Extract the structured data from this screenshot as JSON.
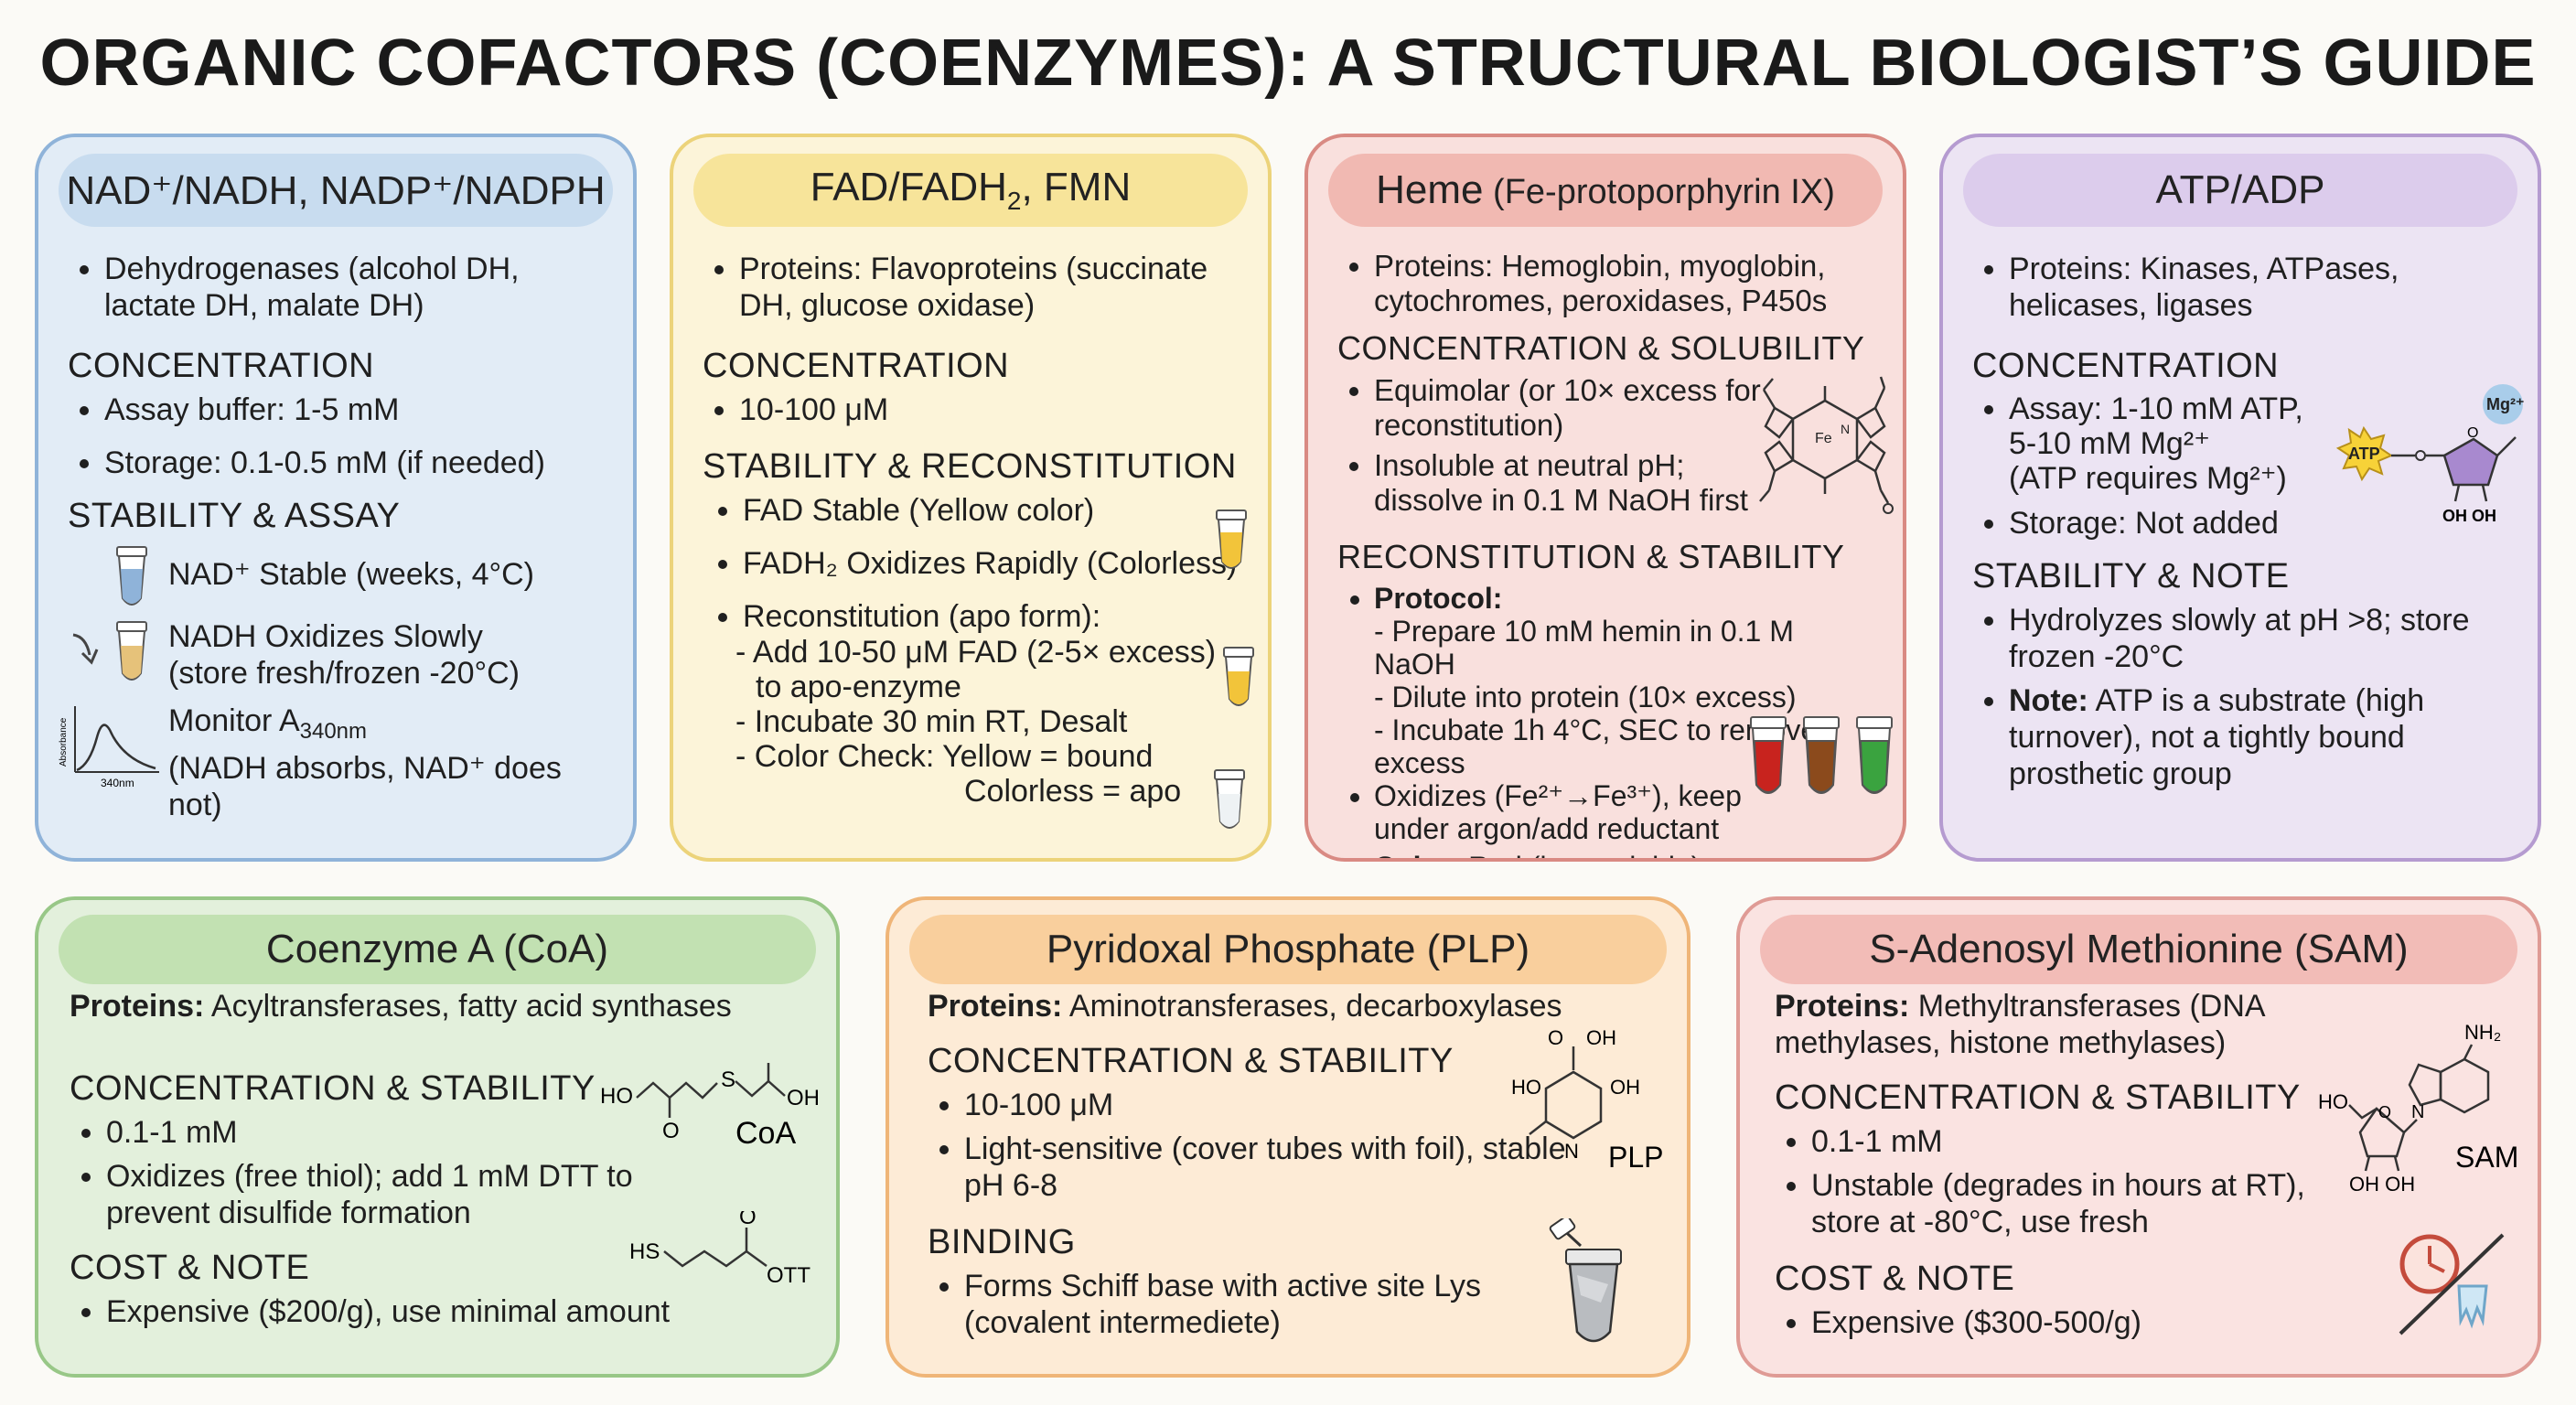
{
  "title": "ORGANIC COFACTORS (COENZYMES): A STRUCTURAL BIOLOGIST’S GUIDE",
  "colors": {
    "blue_bg": "#e2ecf6",
    "blue_border": "#8fb3d9",
    "blue_pill": "#c8dcef",
    "yellow_bg": "#fcf4d9",
    "yellow_border": "#ecd37a",
    "yellow_pill": "#f7e49a",
    "red_bg": "#f9e0dd",
    "red_border": "#d98a83",
    "red_pill": "#f1b9b2",
    "purple_bg": "#ece4f3",
    "purple_border": "#b59bd0",
    "purple_pill": "#dcccec",
    "green_bg": "#e3f0dc",
    "green_border": "#98c787",
    "green_pill": "#c2e1b2",
    "orange_bg": "#fdebd6",
    "orange_border": "#efb578",
    "orange_pill": "#f9cf9d",
    "pink_bg": "#fae3e1",
    "pink_border": "#df9b95",
    "pink_pill": "#f2bcb7"
  },
  "nad": {
    "title": "NAD⁺/NADH, NADP⁺/NADPH",
    "proteins": "Dehydrogenases (alcohol DH, lactate DH, malate DH)",
    "sec1": "CONCENTRATION",
    "c1": "Assay buffer: 1-5 mM",
    "c2": "Storage: 0.1-0.5 mM (if needed)",
    "sec2": "STABILITY & ASSAY",
    "s1": "NAD⁺ Stable (weeks, 4°C)",
    "s2a": "NADH Oxidizes Slowly",
    "s2b": "(store fresh/frozen -20°C)",
    "s3a": "Monitor A",
    "s3sub": "340nm",
    "s3b": "(NADH absorbs, NAD⁺ does not)",
    "graph_ylabel": "Absorbance",
    "graph_xlabel": "340nm"
  },
  "fad": {
    "title": "FAD/FADH",
    "title_sub": "2",
    "title_end": ", FMN",
    "proteins": "Proteins: Flavoproteins (succinate DH, glucose oxidase)",
    "sec1": "CONCENTRATION",
    "c1": "10-100 μM",
    "sec2": "STABILITY & RECONSTITUTION",
    "s1": "FAD Stable (Yellow color)",
    "s2": "FADH₂ Oxidizes Rapidly (Colorless)",
    "s3": "Reconstitution (apo form):",
    "s3a": "- Add 10-50 μM FAD (2-5× excess)",
    "s3b": "to apo-enzyme",
    "s3c": "- Incubate 30 min RT, Desalt",
    "s3d": "- Color Check: Yellow = bound",
    "s3e": "Colorless = apo"
  },
  "heme": {
    "title": "Heme",
    "title_small": " (Fe-protoporphyrin IX)",
    "proteins": "Proteins: Hemoglobin, myoglobin, cytochromes, peroxidases, P450s",
    "sec1": "CONCENTRATION & SOLUBILITY",
    "c1": "Equimolar (or 10× excess for reconstitution)",
    "c2": "Insoluble at neutral pH; dissolve in 0.1 M NaOH first",
    "fe_label": "Fe",
    "n_label": "N",
    "sec2": "RECONSTITUTION & STABILITY",
    "p_label": "Protocol:",
    "p1": "- Prepare 10 mM hemin in 0.1 M NaOH",
    "p2": "- Dilute into protein (10× excess)",
    "p3": "- Incubate 1h 4°C, SEC to remove excess",
    "o1": "Oxidizes (Fe²⁺→Fe³⁺), keep under argon/add reductant",
    "color_label": "Color:",
    "color_text": " Red (hemoglobin), Brown (oxidized), Green (degraded)"
  },
  "atp": {
    "title": "ATP/ADP",
    "proteins": "Proteins: Kinases, ATPases, helicases, ligases",
    "sec1": "CONCENTRATION",
    "c1a": "Assay: 1-10 mM ATP,",
    "c1b": "5-10 mM Mg²⁺",
    "c1c": "(ATP requires Mg²⁺)",
    "c2": "Storage: Not added",
    "sec2": "STABILITY & NOTE",
    "s1": "Hydrolyzes slowly at pH >8; store frozen -20°C",
    "note_label": "Note:",
    "note_text": " ATP is a substrate (high turnover), not a tightly bound prosthetic group",
    "mg_label": "Mg²⁺",
    "atp_label": "ATP",
    "o_label": "O",
    "oh_label": "OH OH"
  },
  "coa": {
    "title": "Coenzyme A (CoA)",
    "proteins_label": "Proteins:",
    "proteins_text": " Acyltransferases, fatty acid synthases",
    "sec1": "CONCENTRATION & STABILITY",
    "c1": "0.1-1 mM",
    "c2": "Oxidizes (free thiol); add 1 mM DTT to prevent disulfide formation",
    "sec2": "COST & NOTE",
    "n1": "Expensive ($200/g), use minimal amount",
    "mol1_ho": "HO",
    "mol1_o": "O",
    "mol1_s": "S",
    "mol1_oh": "OH",
    "mol1_name": "CoA",
    "mol2_hs": "HS",
    "mol2_o": "O",
    "mol2_name": "OTT"
  },
  "plp": {
    "title": "Pyridoxal Phosphate (PLP)",
    "proteins_label": "Proteins:",
    "proteins_text": " Aminotransferases, decarboxylases",
    "sec1": "CONCENTRATION & STABILITY",
    "c1": "10-100 μM",
    "c2": "Light-sensitive (cover tubes with foil), stable pH 6-8",
    "sec2": "BINDING",
    "b1": "Forms Schiff base with active site Lys (covalent intermediete)",
    "mol_o": "O",
    "mol_oh": "OH",
    "mol_ho": "HO",
    "mol_oh2": "OH",
    "mol_n": "N",
    "mol_name": "PLP"
  },
  "sam": {
    "title": "S-Adenosyl Methionine (SAM)",
    "proteins_label": "Proteins:",
    "proteins_text": " Methyltransferases (DNA methylases, histone methylases)",
    "sec1": "CONCENTRATION & STABILITY",
    "c1": "0.1-1 mM",
    "c2": "Unstable (degrades in hours at RT), store at -80°C, use fresh",
    "sec2": "COST & NOTE",
    "n1": "Expensive ($300-500/g)",
    "mol_nh2": "NH₂",
    "mol_ho": "HO",
    "mol_o": "O",
    "mol_n": "N",
    "mol_ohoh": "OH OH",
    "mol_name": "SAM"
  }
}
